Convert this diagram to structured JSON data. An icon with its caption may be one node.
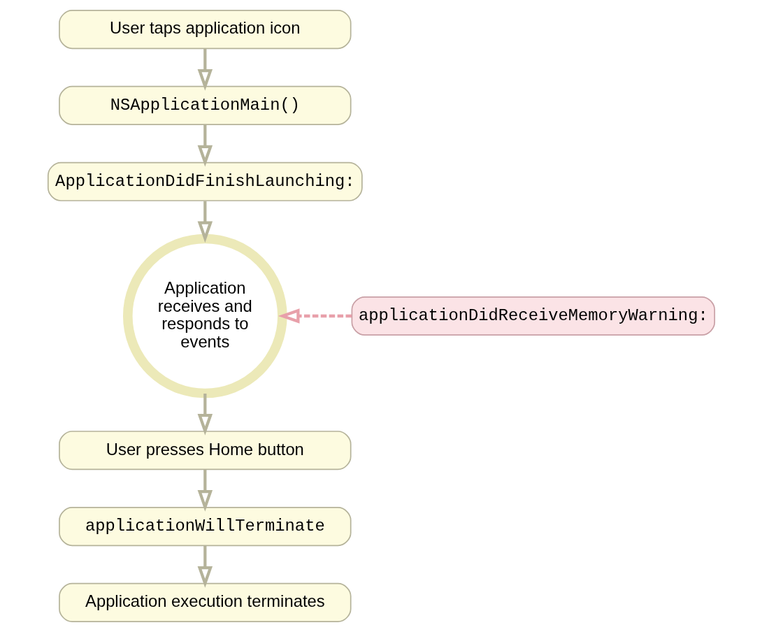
{
  "diagram": {
    "nodes": [
      {
        "text": [
          "User taps application icon"
        ]
      },
      {
        "text": [
          "NSApplicationMain()"
        ]
      },
      {
        "text": [
          "ApplicationDidFinishLaunching:"
        ]
      },
      {
        "text": [
          "Application receives and responds to events"
        ]
      },
      {
        "text": [
          "applicationDidReceiveMemoryWarning:"
        ]
      },
      {
        "text": [
          "User presses Home button"
        ]
      },
      {
        "text": [
          "applicationWillTerminate"
        ]
      },
      {
        "text": [
          "Application execution terminates"
        ]
      }
    ],
    "edges": [
      {
        "from": 0,
        "to": 1,
        "arrow": "to"
      },
      {
        "from": 1,
        "to": 2,
        "arrow": "to"
      },
      {
        "from": 2,
        "to": 3,
        "arrow": "to"
      },
      {
        "from": 4,
        "to": 3,
        "arrow": "to",
        "style": "dashed",
        "color": "#e8a0aa"
      },
      {
        "from": 3,
        "to": 5,
        "arrow": "to"
      },
      {
        "from": 5,
        "to": 6,
        "arrow": "to"
      },
      {
        "from": 6,
        "to": 7,
        "arrow": "to"
      }
    ]
  }
}
